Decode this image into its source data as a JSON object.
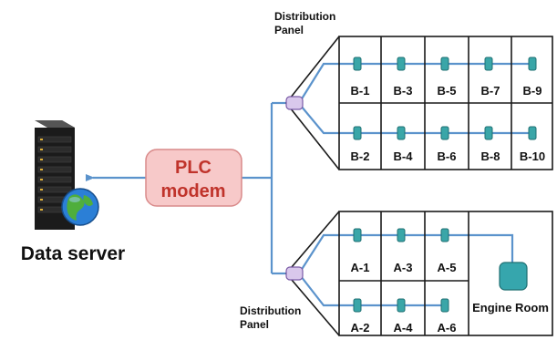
{
  "colors": {
    "line": "#5b93cc",
    "panel_line": "#1a1a1a",
    "node_fill": "#3aa6a8",
    "node_stroke": "#1f6f72",
    "modem_fill": "#f7c9c9",
    "modem_stroke": "#d98a8a",
    "modem_text": "#c0332b",
    "junction_fill": "#d9c8ec",
    "junction_stroke": "#7a5aa6",
    "server_body": "#1b1b1b",
    "engine_fill": "#36a6ad"
  },
  "server": {
    "label": "Data server",
    "icon": "server-rack-with-globe-icon"
  },
  "modem": {
    "line1": "PLC",
    "line2": "modem"
  },
  "panel_top": {
    "label_line1": "Distribution",
    "label_line2": "Panel",
    "rooms_top": [
      "B-1",
      "B-3",
      "B-5",
      "B-7",
      "B-9"
    ],
    "rooms_bottom": [
      "B-2",
      "B-4",
      "B-6",
      "B-8",
      "B-10"
    ]
  },
  "panel_bottom": {
    "label_line1": "Distribution",
    "label_line2": "Panel",
    "rooms_top": [
      "A-1",
      "A-3",
      "A-5"
    ],
    "rooms_bottom": [
      "A-2",
      "A-4",
      "A-6"
    ],
    "engine_room": "Engine Room"
  }
}
